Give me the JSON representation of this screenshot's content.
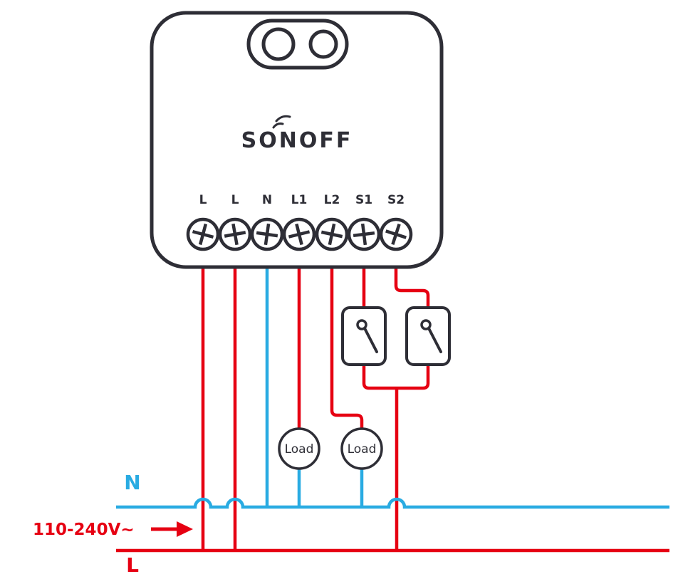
{
  "device": {
    "brand": "SONOFF",
    "terminals": [
      "L",
      "L",
      "N",
      "L1",
      "L2",
      "S1",
      "S2"
    ]
  },
  "components": {
    "load1_label": "Load",
    "load2_label": "Load"
  },
  "power": {
    "neutral_label": "N",
    "live_label": "L",
    "voltage_label": "110-240V~"
  },
  "colors": {
    "live": "#e60012",
    "neutral": "#29abe2",
    "outline": "#2e2e36"
  }
}
